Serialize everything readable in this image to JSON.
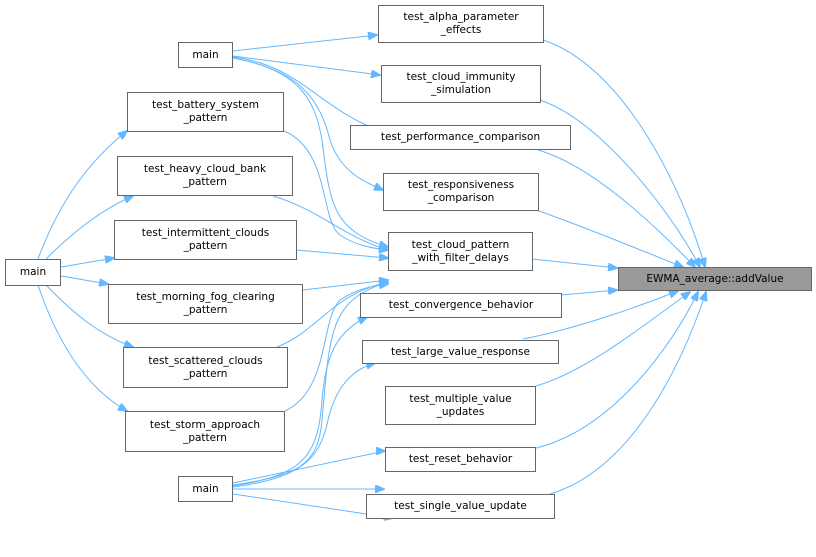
{
  "graph": {
    "focus": {
      "label": "EWMA_average::addValue"
    },
    "nodes": {
      "main_top": {
        "label": "main"
      },
      "main_left": {
        "label": "main"
      },
      "main_bottom": {
        "label": "main"
      },
      "battery": {
        "l1": "test_battery_system",
        "l2": "_pattern"
      },
      "heavy": {
        "l1": "test_heavy_cloud_bank",
        "l2": "_pattern"
      },
      "intermittent": {
        "l1": "test_intermittent_clouds",
        "l2": "_pattern"
      },
      "morning": {
        "l1": "test_morning_fog_clearing",
        "l2": "_pattern"
      },
      "scattered": {
        "l1": "test_scattered_clouds",
        "l2": "_pattern"
      },
      "storm": {
        "l1": "test_storm_approach",
        "l2": "_pattern"
      },
      "alpha": {
        "l1": "test_alpha_parameter",
        "l2": "_effects"
      },
      "immunity": {
        "l1": "test_cloud_immunity",
        "l2": "_simulation"
      },
      "performance": {
        "label": "test_performance_comparison"
      },
      "responsiveness": {
        "l1": "test_responsiveness",
        "l2": "_comparison"
      },
      "cloud_pattern": {
        "l1": "test_cloud_pattern",
        "l2": "_with_filter_delays"
      },
      "convergence": {
        "label": "test_convergence_behavior"
      },
      "large": {
        "label": "test_large_value_response"
      },
      "multiple": {
        "l1": "test_multiple_value",
        "l2": "_updates"
      },
      "reset": {
        "label": "test_reset_behavior"
      },
      "single": {
        "label": "test_single_value_update"
      }
    },
    "colors": {
      "edge": "#63b8ff",
      "focus_fill": "#999999",
      "border": "#666666"
    }
  }
}
